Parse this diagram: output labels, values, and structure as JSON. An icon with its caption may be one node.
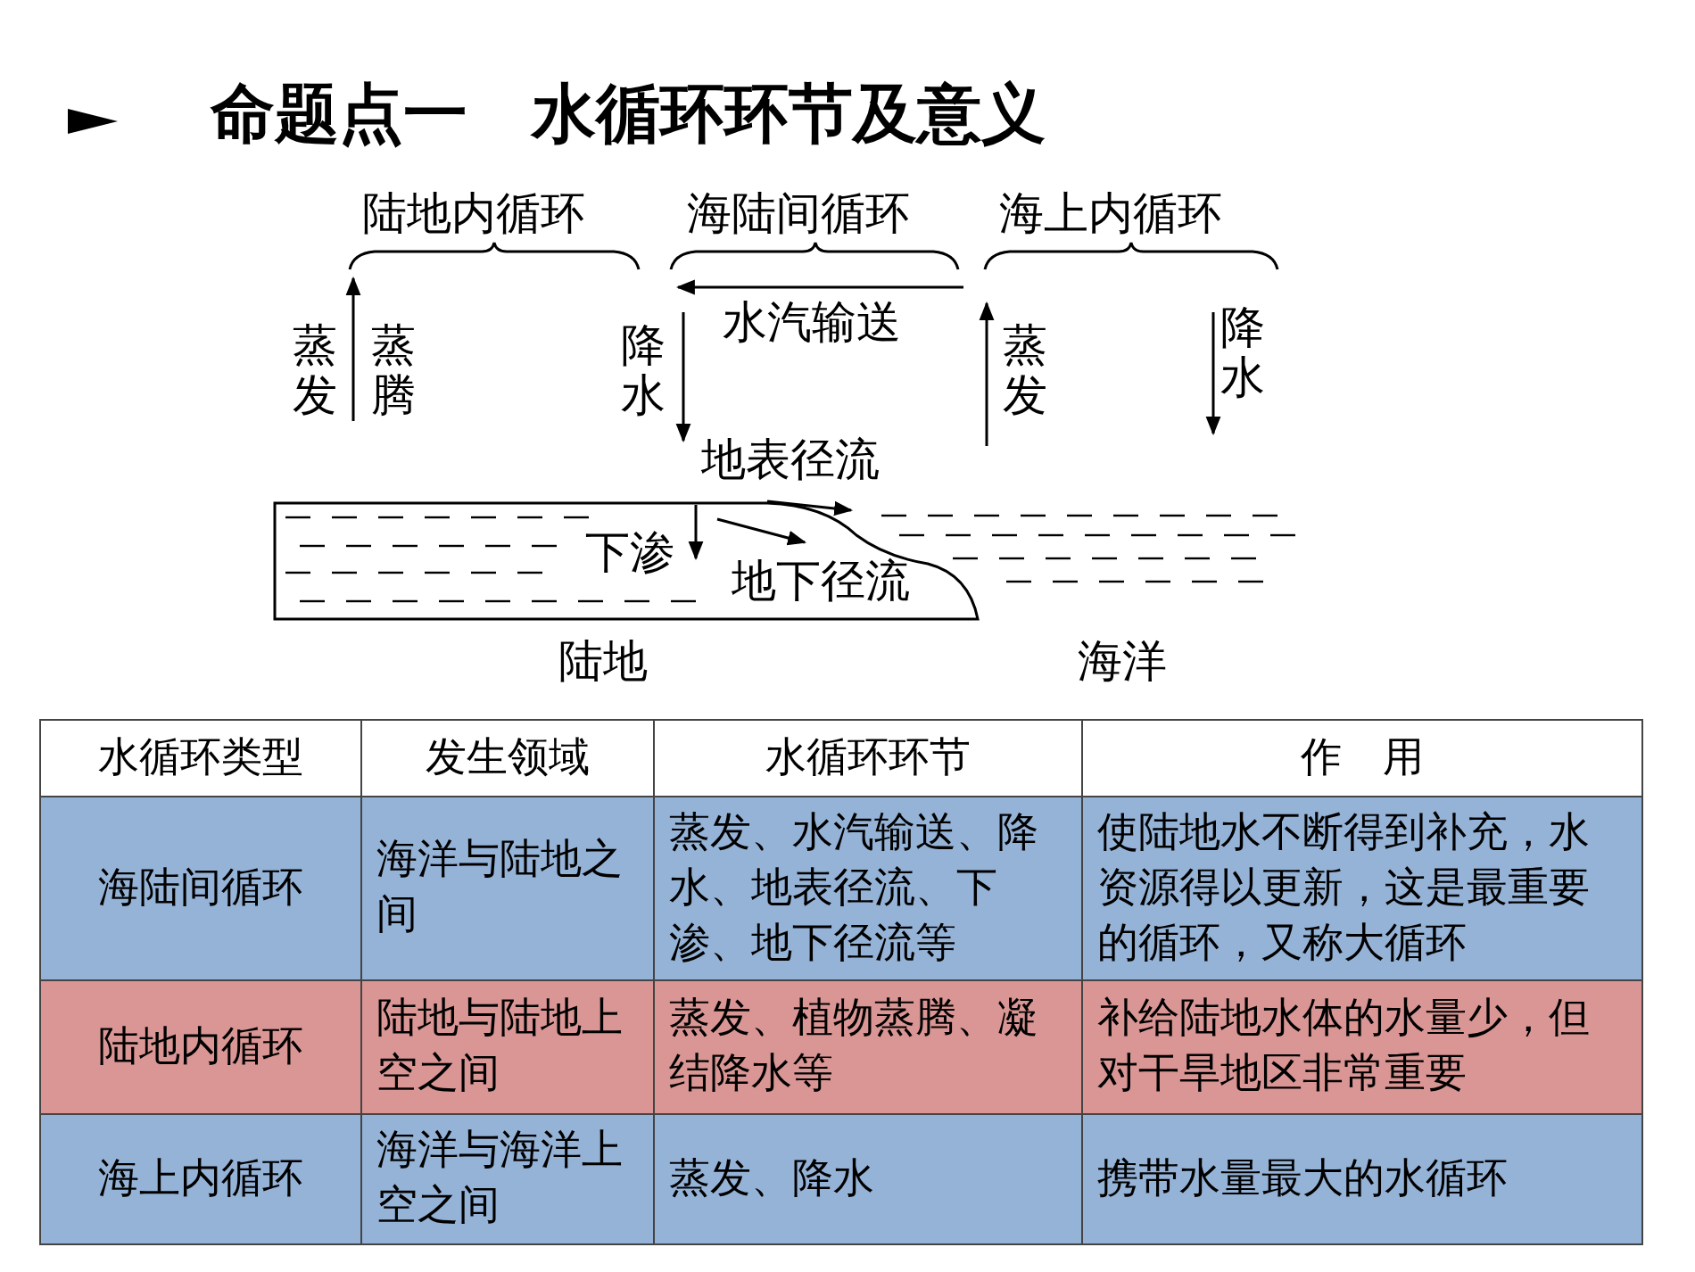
{
  "diagram": {
    "title": "命题点一　水循环环节及意义",
    "labels": [
      "陆地内循环",
      "海陆间循环",
      "海上内循环",
      "蒸发",
      "蒸腾",
      "降水",
      "水汽输送",
      "蒸发",
      "降水",
      "地表径流",
      "下渗",
      "地下径流",
      "陆地",
      "海洋",
      "水循环类型",
      "发生领域",
      "水循环环节",
      "作　用",
      "海陆间循环",
      "海洋与陆地之间",
      "蒸发、水汽输送、降水、地表径流、下渗、地下径流等",
      "使陆地水不断得到补充，水资源得以更新，这是最重要的循环，又称大循环",
      "陆地内循环",
      "陆地与陆地上空之间",
      "蒸发、植物蒸腾、凝结降水等",
      "补给陆地水体的水量少，但对干旱地区非常重要",
      "海上内循环",
      "海洋与海洋上空之间",
      "蒸发、降水",
      "携带水量最大的水循环"
    ]
  }
}
